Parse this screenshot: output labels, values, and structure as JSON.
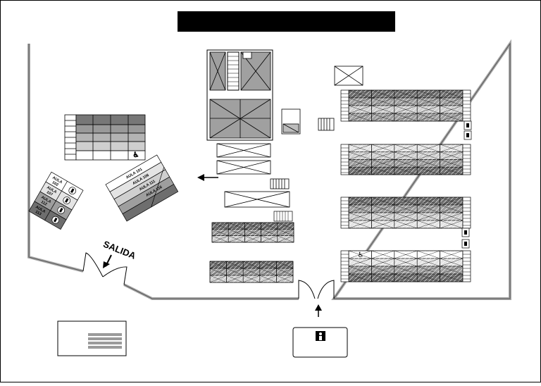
{
  "title_bar": {
    "text": ""
  },
  "exit": {
    "label": "SALIDA"
  },
  "angled_block_left": {
    "labels": [
      [
        "AULA",
        "102"
      ],
      [
        "AULA",
        "107"
      ],
      [
        "AULA",
        "112"
      ],
      [
        "AULA",
        "113"
      ]
    ]
  },
  "angled_block_right": {
    "labels": [
      [
        "AULA",
        "101"
      ],
      [
        "AULA",
        "106"
      ],
      [
        "AULA",
        "111"
      ],
      [
        "AULA",
        "116"
      ]
    ]
  },
  "icons": {
    "stairs": "stairs-icon",
    "elevator": "elevator-icon",
    "restroom": "restroom-icon",
    "accessible": "wheelchair-icon",
    "arrow": "direction-arrow-icon"
  },
  "colors": {
    "wall": "#9a9a9a",
    "title_bar": "#000000",
    "shade_dark": "#6e6e6e",
    "shade_mid": "#9e9e9e",
    "shade_light": "#cfcfcf",
    "shade_pale": "#e4e4e4"
  }
}
